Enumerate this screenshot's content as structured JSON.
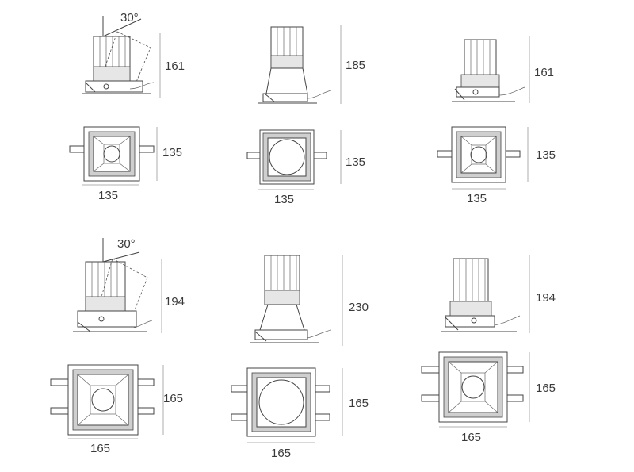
{
  "row1": {
    "tilt_angle": "30°",
    "left": {
      "height": "161",
      "side": "135",
      "width": "135"
    },
    "middle": {
      "height": "185",
      "side": "135",
      "width": "135"
    },
    "right": {
      "height": "161",
      "side": "135",
      "width": "135"
    }
  },
  "row2": {
    "tilt_angle": "30°",
    "left": {
      "height": "194",
      "side": "165",
      "width": "165"
    },
    "middle": {
      "height": "230",
      "side": "165",
      "width": "165"
    },
    "right": {
      "height": "194",
      "side": "165",
      "width": "165"
    }
  }
}
